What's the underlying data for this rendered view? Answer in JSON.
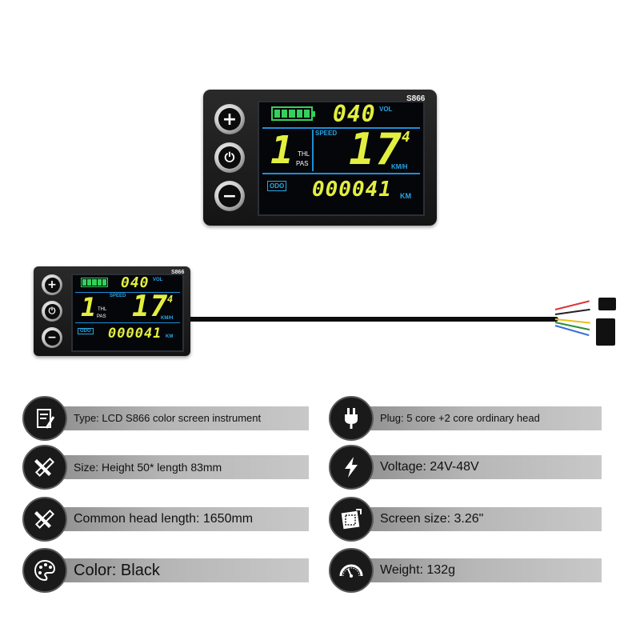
{
  "device": {
    "model": "S866",
    "voltage_reading": "040",
    "voltage_unit": "VOL",
    "speed_label": "SPEED",
    "speed_integer": "17",
    "speed_decimal": "4",
    "speed_unit": "KM/H",
    "assist_level": "1",
    "thl_label": "THL",
    "pas_label": "PAS",
    "odo_label": "ODO",
    "odometer": "000041",
    "odometer_unit": "KM",
    "buttons": {
      "plus": "+",
      "power": "⏻",
      "minus": "−"
    },
    "colors": {
      "segment": "#e3ef3e",
      "label": "#25a8e6",
      "battery": "#35d05a"
    }
  },
  "specs": [
    {
      "icon": "document-icon",
      "text": "Type: LCD S866 color screen instrument"
    },
    {
      "icon": "plug-icon",
      "text": "Plug: 5 core +2 core ordinary head"
    },
    {
      "icon": "ruler-pencil-icon",
      "text": "Size: Height 50* length 83mm"
    },
    {
      "icon": "lightning-icon",
      "text": "Voltage: 24V-48V"
    },
    {
      "icon": "ruler-pencil-icon",
      "text": "Common head length: 1650mm"
    },
    {
      "icon": "screen-size-icon",
      "text": "Screen size: 3.26\""
    },
    {
      "icon": "palette-icon",
      "text": "Color: Black"
    },
    {
      "icon": "scale-icon",
      "text": "Weight: 132g"
    }
  ]
}
